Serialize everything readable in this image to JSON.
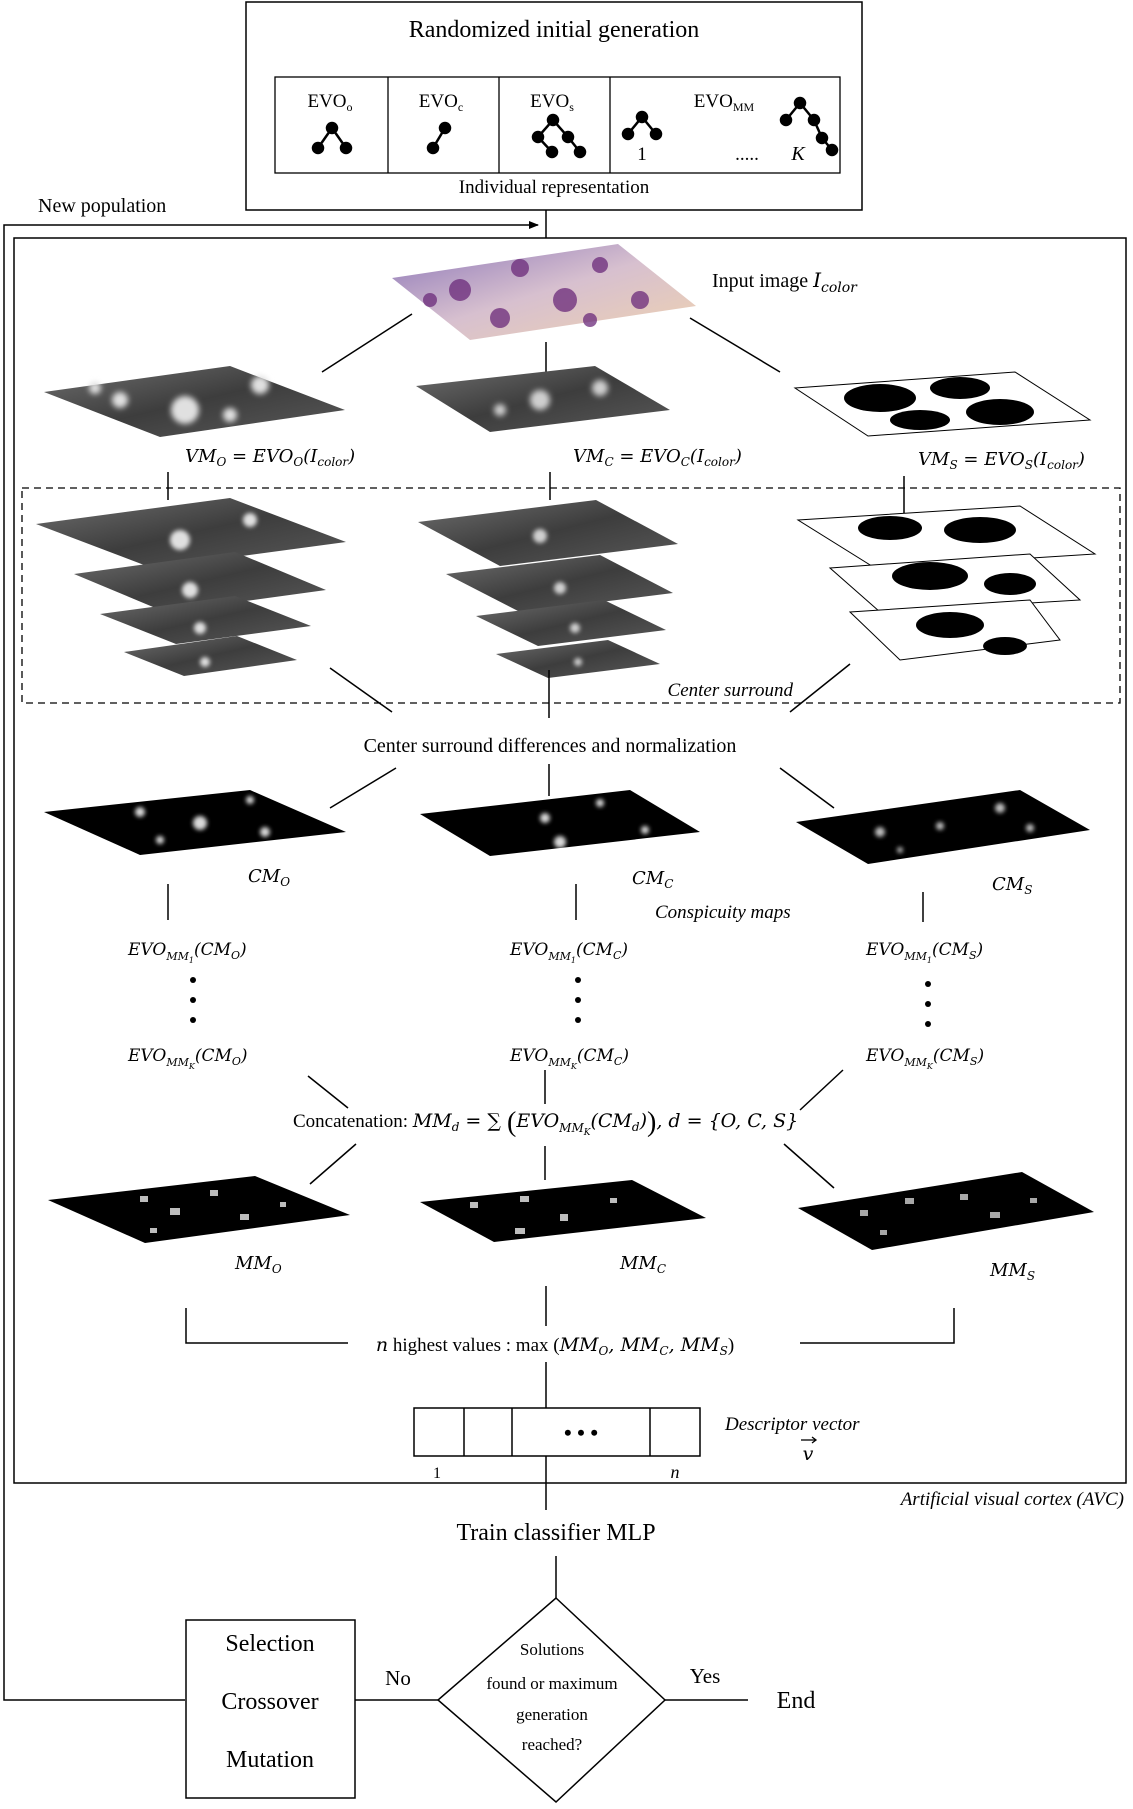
{
  "top_box": {
    "title": "Randomized initial generation",
    "cells": [
      {
        "main": "EVO",
        "sub": "o"
      },
      {
        "main": "EVO",
        "sub": "c"
      },
      {
        "main": "EVO",
        "sub": "s"
      },
      {
        "main": "EVO",
        "sub": "MM"
      }
    ],
    "tree_index_first": "1",
    "tree_ellipsis": ".....",
    "tree_index_last": "K",
    "caption": "Individual representation"
  },
  "new_population": "New population",
  "input_image": {
    "label": "Input image ",
    "var": "I",
    "sub": "color"
  },
  "visual_maps": [
    {
      "lhs": "VM",
      "lhs_sub": "O",
      "rhs": " = EVO",
      "rhs_sub": "O",
      "arg": "(I",
      "arg_sub": "color",
      "close": ")"
    },
    {
      "lhs": "VM",
      "lhs_sub": "C",
      "rhs": " = EVO",
      "rhs_sub": "C",
      "arg": "(I",
      "arg_sub": "color",
      "close": ")"
    },
    {
      "lhs": "VM",
      "lhs_sub": "S",
      "rhs": " = EVO",
      "rhs_sub": "S",
      "arg": "(I",
      "arg_sub": "color",
      "close": ")"
    }
  ],
  "center_surround": "Center surround",
  "center_surround_diff": "Center surround differences and normalization",
  "conspicuity": [
    {
      "main": "CM",
      "sub": "O"
    },
    {
      "main": "CM",
      "sub": "C"
    },
    {
      "main": "CM",
      "sub": "S"
    }
  ],
  "conspicuity_label": "Conspicuity maps",
  "evo_mm": [
    {
      "first": "EVO",
      "first_sub": "MM",
      "first_idx": "1",
      "first_arg": "(CM",
      "first_arg_sub": "O",
      "last": "EVO",
      "last_sub": "MM",
      "last_idx": "K",
      "last_arg": "(CM",
      "last_arg_sub": "O",
      "close": ")"
    },
    {
      "first": "EVO",
      "first_sub": "MM",
      "first_idx": "1",
      "first_arg": "(CM",
      "first_arg_sub": "C",
      "last": "EVO",
      "last_sub": "MM",
      "last_idx": "K",
      "last_arg": "(CM",
      "last_arg_sub": "C",
      "close": ")"
    },
    {
      "first": "EVO",
      "first_sub": "MM",
      "first_idx": "1",
      "first_arg": "(CM",
      "first_arg_sub": "S",
      "last": "EVO",
      "last_sub": "MM",
      "last_idx": "K",
      "last_arg": "(CM",
      "last_arg_sub": "S",
      "close": ")"
    }
  ],
  "concatenation": {
    "prefix": "Concatenation: ",
    "mm": "MM",
    "mm_sub": "d",
    "eq": " = ∑ ",
    "open": "(",
    "evo": "EVO",
    "evo_sub": "MM",
    "evo_idx": "K",
    "arg": "(CM",
    "arg_sub": "d",
    "arg_close": ")",
    "close": ")",
    "tail": ", d = {O, C, S}"
  },
  "mental_maps": [
    {
      "main": "MM",
      "sub": "O"
    },
    {
      "main": "MM",
      "sub": "C"
    },
    {
      "main": "MM",
      "sub": "S"
    }
  ],
  "highest": {
    "n": "n",
    "text": " highest values : max (",
    "a": "MM",
    "a_sub": "O",
    "b": "MM",
    "b_sub": "C",
    "c": "MM",
    "c_sub": "S",
    "close": ")"
  },
  "descriptor": {
    "label": "Descriptor vector",
    "vec": "v",
    "dots": "• • •",
    "first": "1",
    "last": "n"
  },
  "avc_label": "Artificial visual cortex (AVC)",
  "train": "Train classifier MLP",
  "decision": {
    "line1": "Solutions",
    "line2": "found or maximum",
    "line3": "generation",
    "line4": "reached?"
  },
  "no": "No",
  "yes": "Yes",
  "end": "End",
  "ops": [
    "Selection",
    "Crossover",
    "Mutation"
  ]
}
